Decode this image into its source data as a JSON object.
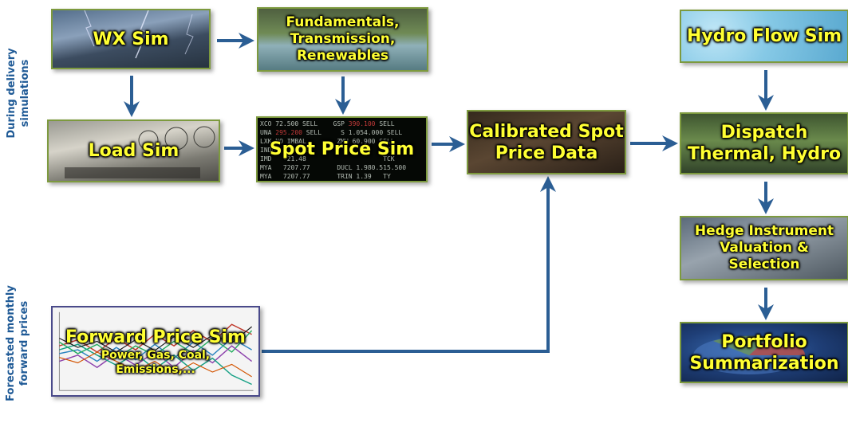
{
  "side_labels": {
    "top": [
      "During delivery",
      "simulations"
    ],
    "bottom": [
      "Forecasted monthly",
      "forward prices"
    ]
  },
  "boxes": {
    "wx": {
      "lines": [
        "WX Sim"
      ]
    },
    "fundamentals": {
      "lines": [
        "Fundamentals,",
        "Transmission,",
        "Renewables"
      ]
    },
    "hydro_flow": {
      "lines": [
        "Hydro Flow Sim"
      ]
    },
    "load": {
      "lines": [
        "Load Sim"
      ]
    },
    "spot_price": {
      "lines": [
        "Spot Price Sim"
      ]
    },
    "calibrated": {
      "lines": [
        "Calibrated Spot",
        "Price Data"
      ]
    },
    "dispatch": {
      "lines": [
        "Dispatch",
        "Thermal, Hydro"
      ]
    },
    "hedge": {
      "lines": [
        "Hedge Instrument",
        "Valuation &",
        "Selection"
      ]
    },
    "portfolio": {
      "lines": [
        "Portfolio",
        "Summarization"
      ]
    },
    "forward": {
      "title": "Forward Price Sim",
      "sub_lines": [
        "Power, Gas, Coal,",
        "Emissions,..."
      ]
    }
  },
  "colors": {
    "arrow": "#2b5e94",
    "side_label": "#1f5a96",
    "box_text": "#ffff33",
    "box_border": "#7d9a3e"
  }
}
